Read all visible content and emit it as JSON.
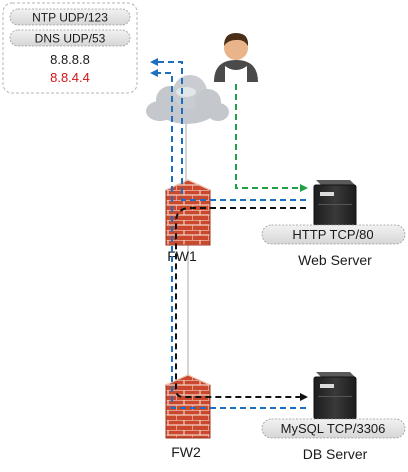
{
  "dns_box": {
    "ntp_label": "NTP UDP/123",
    "dns_label": "DNS UDP/53",
    "ip_primary": "8.8.8.8",
    "ip_secondary": "8.8.4.4"
  },
  "nodes": {
    "fw1": {
      "label": "FW1"
    },
    "fw2": {
      "label": "FW2"
    },
    "web_server": {
      "label": "Web Server",
      "service": "HTTP TCP/80"
    },
    "db_server": {
      "label": "DB Server",
      "service": "MySQL TCP/3306"
    }
  },
  "colors": {
    "blue_flow": "#1f6fc0",
    "black_flow": "#111111",
    "green_flow": "#22a046",
    "red_ip": "#d11414",
    "brick": "#c8452d",
    "server": "#2b2b2b",
    "cloud": "#bfc4c8"
  }
}
